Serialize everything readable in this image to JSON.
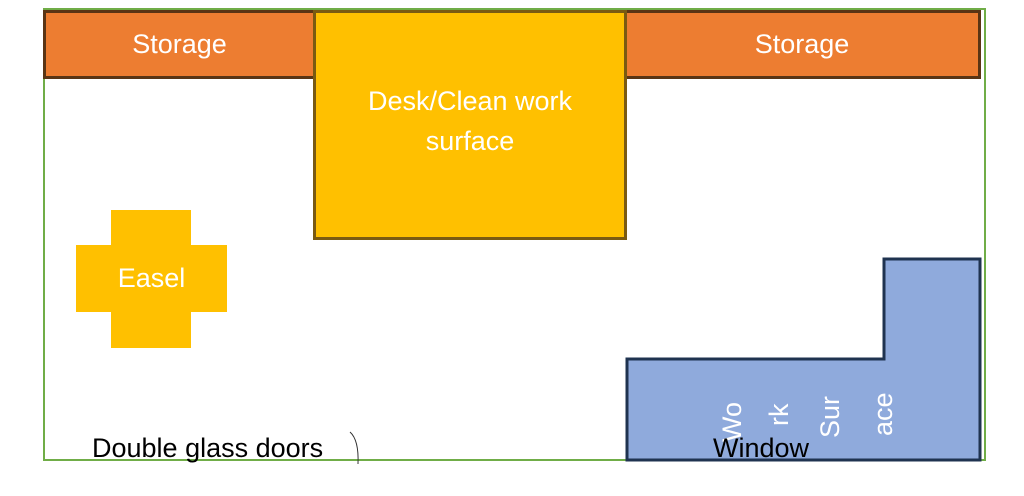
{
  "diagram": {
    "type": "floor-plan",
    "colors": {
      "room_border": "#70ad47",
      "storage_fill": "#ed7d31",
      "storage_border": "#5a3414",
      "desk_fill": "#ffc000",
      "desk_border": "#7a5a12",
      "easel_fill": "#ffc000",
      "work_surface_fill": "#8faadc",
      "work_surface_border": "#1f3350",
      "label_text": "#ffffff",
      "floor_label_text": "#000000"
    },
    "storage_left": {
      "label": "Storage"
    },
    "desk": {
      "line1": "Desk/Clean work",
      "line2": "surface"
    },
    "storage_right": {
      "label": "Storage"
    },
    "easel": {
      "label": "Easel"
    },
    "work_surface": {
      "segments": [
        "Wo",
        "rk",
        "Sur",
        "ace"
      ]
    },
    "floor_labels": {
      "doors": "Double glass doors",
      "window": "Window"
    }
  }
}
